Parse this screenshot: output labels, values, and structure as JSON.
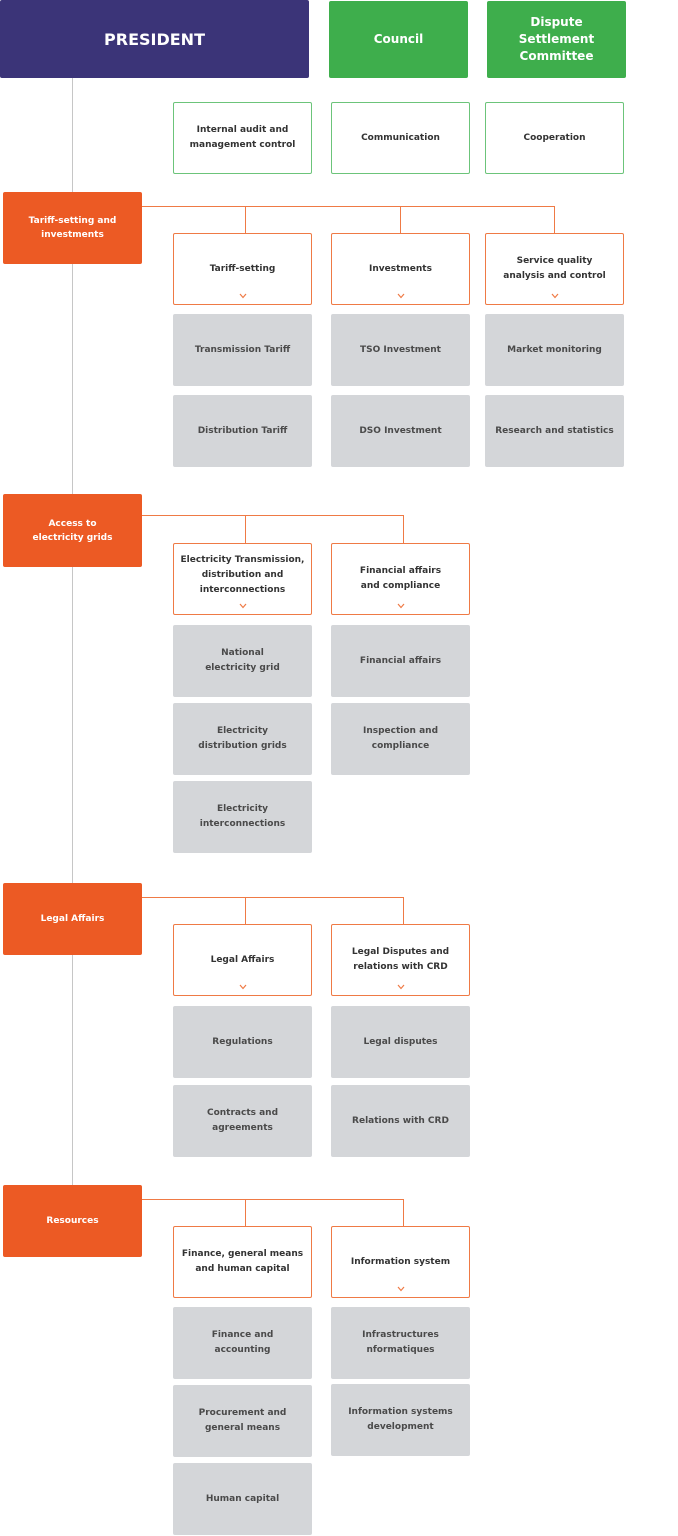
{
  "top": {
    "president": "PRESIDENT",
    "council": "Council",
    "dispute": "Dispute\nSettlement\nCommittee"
  },
  "support": [
    "Internal audit and\nmanagement control",
    "Communication",
    "Cooperation"
  ],
  "departments": [
    {
      "label": "Tariff-setting and\ninvestments",
      "units": [
        {
          "label": "Tariff-setting",
          "services": [
            "Transmission Tariff",
            "Distribution Tariff"
          ]
        },
        {
          "label": "Investments",
          "services": [
            "TSO Investment",
            "DSO Investment"
          ]
        },
        {
          "label": "Service quality\nanalysis and control",
          "services": [
            "Market monitoring",
            "Research and statistics"
          ]
        }
      ]
    },
    {
      "label": "Access to\nelectricity grids",
      "units": [
        {
          "label": "Electricity Transmission,\ndistribution and\ninterconnections",
          "services": [
            "National\nelectricity grid",
            "Electricity\ndistribution grids",
            "Electricity\ninterconnections"
          ]
        },
        {
          "label": "Financial affairs\nand compliance",
          "services": [
            "Financial affairs",
            "Inspection and\ncompliance"
          ]
        }
      ]
    },
    {
      "label": "Legal Affairs",
      "units": [
        {
          "label": "Legal Affairs",
          "services": [
            "Regulations",
            "Contracts and\nagreements"
          ]
        },
        {
          "label": "Legal Disputes and\nrelations with CRD",
          "services": [
            "Legal disputes",
            "Relations with CRD"
          ]
        }
      ]
    },
    {
      "label": "Resources",
      "units": [
        {
          "label": "Finance, general means\nand human capital",
          "services": [
            "Finance and\naccounting",
            "Procurement and\ngeneral means",
            "Human capital"
          ]
        },
        {
          "label": "Information system",
          "services": [
            "Infrastructures\nnformatiques",
            "Information systems\ndevelopment"
          ]
        }
      ]
    }
  ],
  "colors": {
    "president": "#3b3478",
    "green": "#3eae4c",
    "orange": "#ec5a24",
    "grey": "#d4d6d9"
  },
  "icons": {
    "unit_expand": "chevron-down-icon"
  }
}
